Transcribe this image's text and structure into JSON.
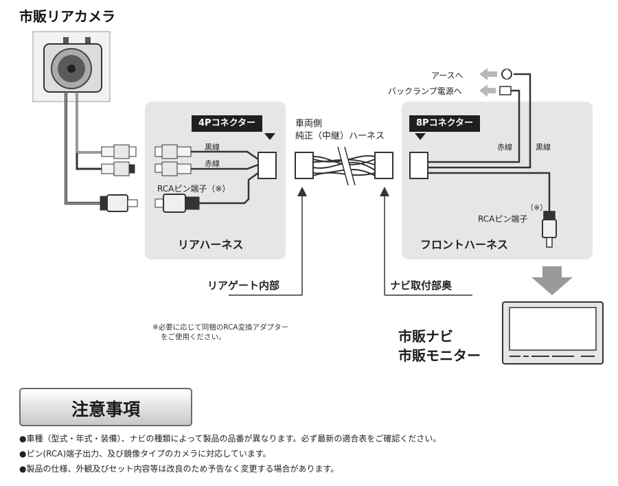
{
  "title": "市販リアカメラ",
  "rear_harness": {
    "connector_label": "4Pコネクター",
    "wire_black": "黒線",
    "wire_red": "赤線",
    "rca_label": "RCAピン端子（※）",
    "panel_label": "リアハーネス"
  },
  "vehicle_harness": {
    "label_line1": "車両側",
    "label_line2": "純正（中継）ハーネス"
  },
  "front_harness": {
    "connector_label": "8Pコネクター",
    "ground_label": "アースへ",
    "backlamp_label": "バックランプ電源へ",
    "wire_red": "赤線",
    "wire_black": "黒線",
    "rca_note_mark": "（※）",
    "rca_label": "RCAピン端子",
    "panel_label": "フロントハーネス"
  },
  "locations": {
    "rear_gate": "リアゲート内部",
    "navi_back": "ナビ取付部奥"
  },
  "footnote": {
    "line1": "※必要に応じて同梱のRCA変換アダプター",
    "line2": "をご使用ください。"
  },
  "navi": {
    "line1": "市販ナビ",
    "line2": "市販モニター"
  },
  "caution": {
    "title": "注意事項",
    "bullets": [
      "車種（型式・年式・装備）、ナビの種類によって製品の品番が異なります。必ず最新の適合表をご確認ください。",
      "ピン(RCA)端子出力、及び鏡像タイプのカメラに対応しています。",
      "製品の仕様、外観及びセット内容等は改良のため予告なく変更する場合があります。"
    ]
  }
}
